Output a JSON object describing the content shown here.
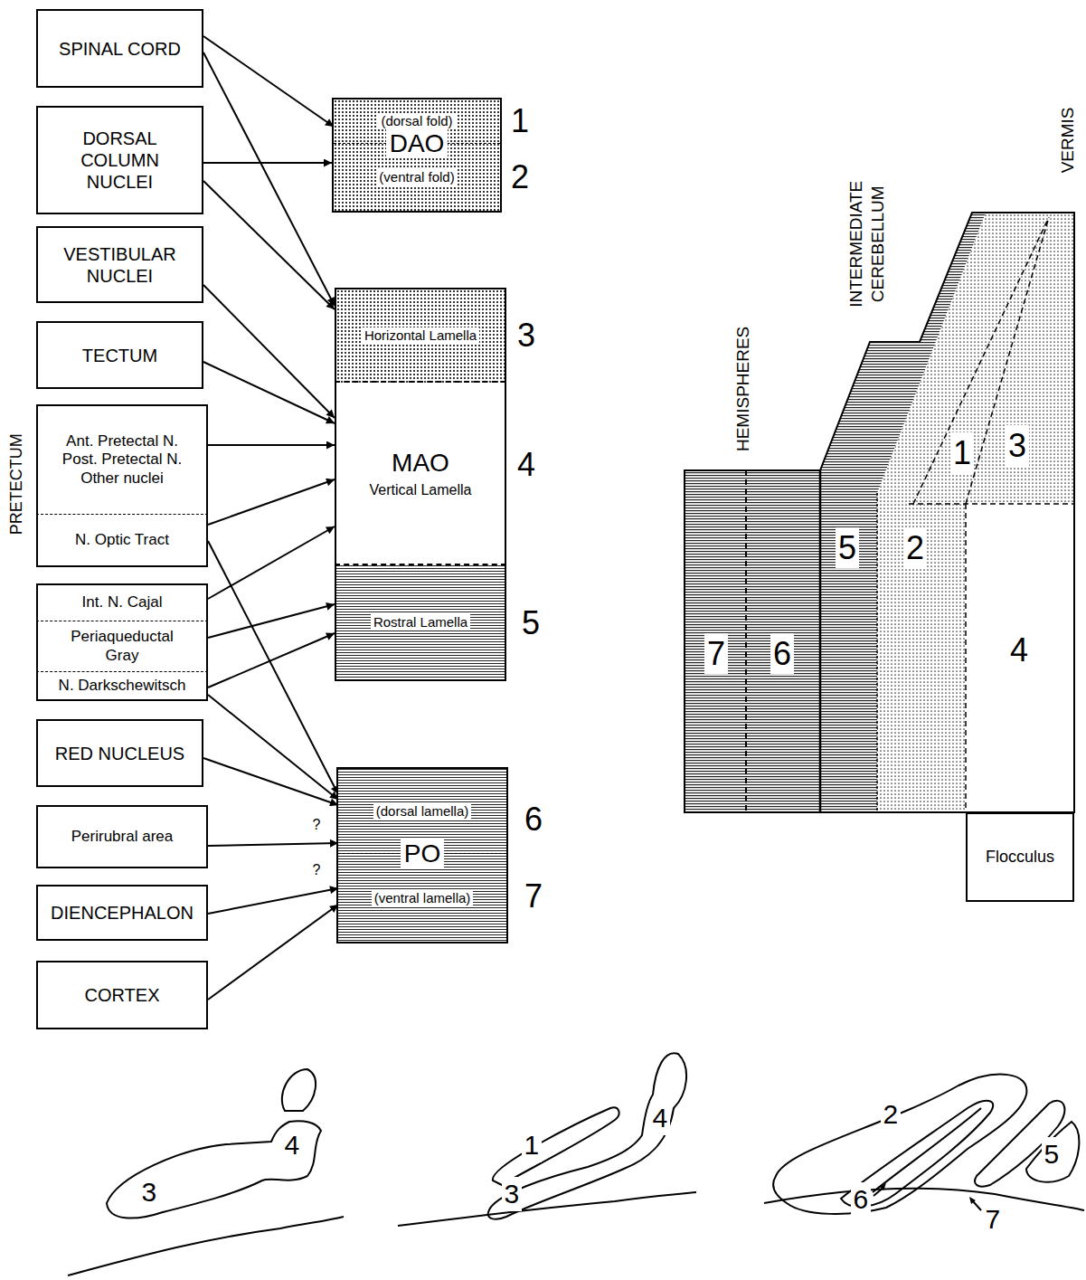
{
  "diagram": {
    "nodes": [
      {
        "text": [
          "SPINAL CORD"
        ]
      },
      {
        "text": [
          "DORSAL COLUMN NUCLEI"
        ]
      },
      {
        "text": [
          "VESTIBULAR NUCLEI"
        ]
      },
      {
        "text": [
          "TECTUM"
        ]
      },
      {
        "text": [
          "Ant. Pretectal N. Post. Pretectal N. Other nuclei"
        ]
      },
      {
        "text": [
          "N. Optic Tract"
        ]
      },
      {
        "text": [
          "Int. N. Cajal"
        ]
      },
      {
        "text": [
          "Periaqueductal Gray"
        ]
      },
      {
        "text": [
          "N. Darkschewitsch"
        ]
      },
      {
        "text": [
          "RED NUCLEUS"
        ]
      },
      {
        "text": [
          "Perirubral area"
        ]
      },
      {
        "text": [
          "DIENCEPHALON"
        ]
      },
      {
        "text": [
          "CORTEX"
        ]
      },
      {
        "text": [
          "DAO"
        ]
      },
      {
        "text": [
          "(dorsal fold)"
        ],
        "in": 13
      },
      {
        "text": [
          "(ventral fold)"
        ],
        "in": 13
      },
      {
        "text": [
          "Horizontal Lamella"
        ]
      },
      {
        "text": [
          "MAO",
          "Vertical Lamella"
        ]
      },
      {
        "text": [
          "Rostral Lamella"
        ]
      },
      {
        "text": [
          "PO"
        ]
      },
      {
        "text": [
          "(dorsal lamella)"
        ],
        "in": 19
      },
      {
        "text": [
          "(ventral lamella)"
        ],
        "in": 19
      },
      {
        "text": [
          "Flocculus"
        ]
      }
    ],
    "edges": [
      {
        "from": 0,
        "to": 14,
        "arrow": "to"
      },
      {
        "from": 0,
        "to": 16,
        "arrow": "to"
      },
      {
        "from": 1,
        "to": 13,
        "arrow": "to"
      },
      {
        "from": 1,
        "to": 16,
        "arrow": "to"
      },
      {
        "from": 2,
        "to": 17,
        "arrow": "to"
      },
      {
        "from": 3,
        "to": 17,
        "arrow": "to"
      },
      {
        "from": 4,
        "to": 17,
        "arrow": "to"
      },
      {
        "from": 5,
        "to": 17,
        "arrow": "to"
      },
      {
        "from": 5,
        "to": 20,
        "arrow": "to"
      },
      {
        "from": 6,
        "to": 17,
        "arrow": "to"
      },
      {
        "from": 7,
        "to": 18,
        "arrow": "to"
      },
      {
        "from": 8,
        "to": 18,
        "arrow": "to"
      },
      {
        "from": 8,
        "to": 20,
        "arrow": "to"
      },
      {
        "from": 9,
        "to": 20,
        "arrow": "to"
      },
      {
        "from": 10,
        "to": 20,
        "label": "?",
        "arrow": "to"
      },
      {
        "from": 11,
        "to": 21,
        "label": "?",
        "arrow": "to"
      },
      {
        "from": 12,
        "to": 21,
        "arrow": "to"
      }
    ],
    "labels": [
      "1",
      "2",
      "3",
      "4",
      "5",
      "6",
      "7",
      "PRETECTUM",
      "HEMISPHERES",
      "INTERMEDIATE CEREBELLUM",
      "VERMIS",
      "1",
      "3",
      "5",
      "2",
      "7",
      "6",
      "4",
      "4",
      "3",
      "1",
      "4",
      "3",
      "2",
      "5",
      "6",
      "7"
    ]
  }
}
